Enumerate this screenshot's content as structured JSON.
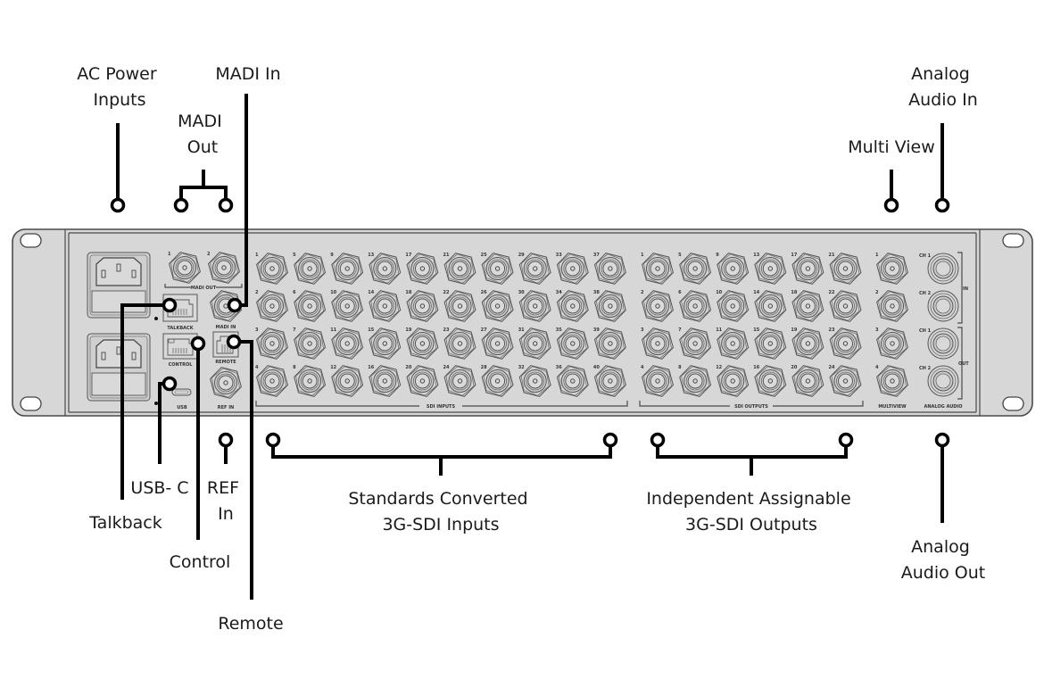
{
  "diagram": {
    "title": "Rear panel connections",
    "panel_labels": {
      "madi_out": "MADI OUT",
      "madi_in": "MADI IN",
      "talkback": "TALKBACK",
      "control": "CONTROL",
      "remote": "REMOTE",
      "usb": "USB",
      "ref_in": "REF IN",
      "sdi_inputs": "SDI INPUTS",
      "sdi_outputs": "SDI OUTPUTS",
      "multiview": "MULTIVIEW",
      "analog_audio": "ANALOG AUDIO",
      "audio_in": "IN",
      "audio_out": "OUT",
      "ch1": "CH 1",
      "ch2": "CH 2"
    },
    "madi_out_numbers": [
      "1",
      "2"
    ],
    "sdi_input_numbers": [
      [
        "1",
        "5",
        "9",
        "13",
        "17",
        "21",
        "25",
        "29",
        "33",
        "37"
      ],
      [
        "2",
        "6",
        "10",
        "14",
        "18",
        "22",
        "26",
        "30",
        "34",
        "38"
      ],
      [
        "3",
        "7",
        "11",
        "15",
        "19",
        "23",
        "27",
        "31",
        "35",
        "39"
      ],
      [
        "4",
        "8",
        "12",
        "16",
        "20",
        "24",
        "28",
        "32",
        "36",
        "40"
      ]
    ],
    "sdi_output_numbers": [
      [
        "1",
        "5",
        "9",
        "13",
        "17",
        "21"
      ],
      [
        "2",
        "6",
        "10",
        "14",
        "18",
        "22"
      ],
      [
        "3",
        "7",
        "11",
        "15",
        "19",
        "23"
      ],
      [
        "4",
        "8",
        "12",
        "16",
        "20",
        "24"
      ]
    ],
    "multiview_numbers": [
      "1",
      "2",
      "3",
      "4"
    ],
    "callouts": {
      "ac_power": [
        "AC Power",
        "Inputs"
      ],
      "madi_out": [
        "MADI",
        "Out"
      ],
      "madi_in": [
        "MADI In"
      ],
      "multi_view": [
        "Multi View"
      ],
      "analog_audio_in": [
        "Analog",
        "Audio In"
      ],
      "usb_c": [
        "USB- C"
      ],
      "talkback": [
        "Talkback"
      ],
      "ref_in": [
        "REF",
        "In"
      ],
      "control": [
        "Control"
      ],
      "remote": [
        "Remote"
      ],
      "sdi_inputs": [
        "Standards Converted",
        "3G-SDI Inputs"
      ],
      "sdi_outputs": [
        "Independent Assignable",
        "3G-SDI Outputs"
      ],
      "analog_audio_out": [
        "Analog",
        "Audio Out"
      ]
    }
  }
}
